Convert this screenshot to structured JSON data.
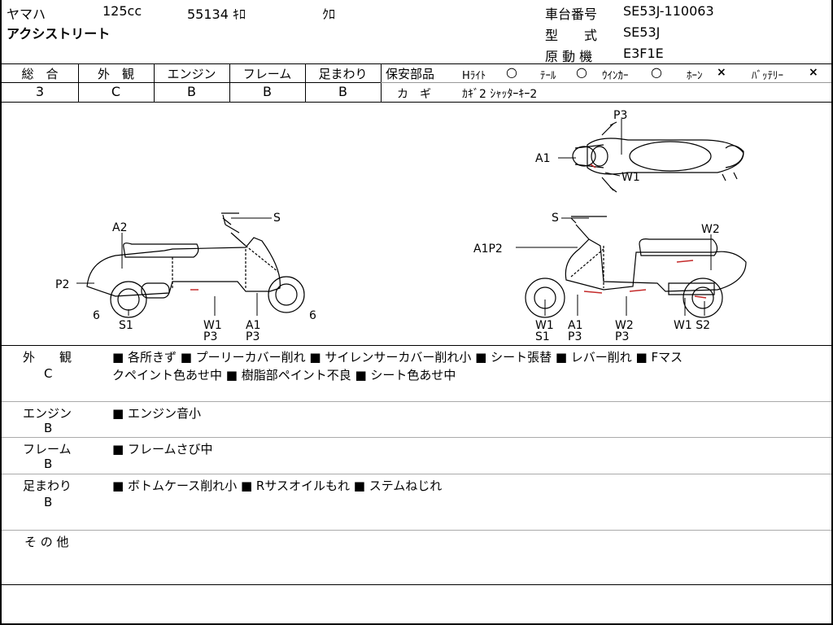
{
  "header": {
    "maker": "ヤマハ",
    "displacement": "125cc",
    "mileage": "55134 ｷﾛ",
    "color": "ｸﾛ",
    "model_name": "アクシストリート",
    "frame_number_label": "車台番号",
    "frame_number": "SE53J-110063",
    "type_label": "型　　式",
    "type_value": "SE53J",
    "engine_label": "原 動 機",
    "engine_value": "E3F1E"
  },
  "grades": {
    "overall_label": "総　合",
    "overall_value": "3",
    "exterior_label": "外　観",
    "exterior_value": "C",
    "engine_label": "エンジン",
    "engine_value": "B",
    "frame_label": "フレーム",
    "frame_value": "B",
    "suspension_label": "足まわり",
    "suspension_value": "B"
  },
  "safety": {
    "label": "保安部品",
    "headlight_label": "Hﾗｲﾄ",
    "headlight_mark": "○",
    "taillight_label": "ﾃｰﾙ",
    "taillight_mark": "○",
    "winker_label": "ｳｲﾝｶｰ",
    "winker_mark": "○",
    "horn_label": "ﾎｰﾝ",
    "horn_mark": "×",
    "battery_label": "ﾊﾞｯﾃﾘｰ",
    "battery_mark": "×"
  },
  "keys": {
    "label": "カ　ギ",
    "value": "ｶｷﾞ2 ｼｬｯﾀｰｷｰ2"
  },
  "diagram": {
    "top_view": {
      "p3": "P3",
      "a1": "A1",
      "w1": "W1"
    },
    "left_view": {
      "s": "S",
      "a2": "A2",
      "p2": "P2",
      "six_a": "6",
      "six_b": "6",
      "s1": "S1",
      "w1": "W1",
      "p3a": "P3",
      "a1": "A1",
      "p3b": "P3"
    },
    "right_view": {
      "s": "S",
      "a1p2": "A1P2",
      "w2_top": "W2",
      "w1": "W1",
      "s1": "S1",
      "a1": "A1",
      "p3a": "P3",
      "w2": "W2",
      "p3b": "P3",
      "w1s2": "W1 S2"
    }
  },
  "remarks": {
    "exterior_label": "外　　観",
    "exterior_grade": "C",
    "exterior_line1": "■ 各所きず ■ プーリーカバー削れ ■ サイレンサーカバー削れ小 ■ シート張替 ■ レバー削れ ■ Fマス",
    "exterior_line2": "クペイント色あせ中 ■ 樹脂部ペイント不良 ■ シート色あせ中",
    "engine_label": "エンジン",
    "engine_grade": "B",
    "engine_text": "■ エンジン音小",
    "frame_label": "フレーム",
    "frame_grade": "B",
    "frame_text": "■ フレームさび中",
    "suspension_label": "足まわり",
    "suspension_grade": "B",
    "suspension_text": "■ ボトムケース削れ小 ■ Rサスオイルもれ ■ ステムねじれ",
    "other_label": "そ の 他"
  }
}
